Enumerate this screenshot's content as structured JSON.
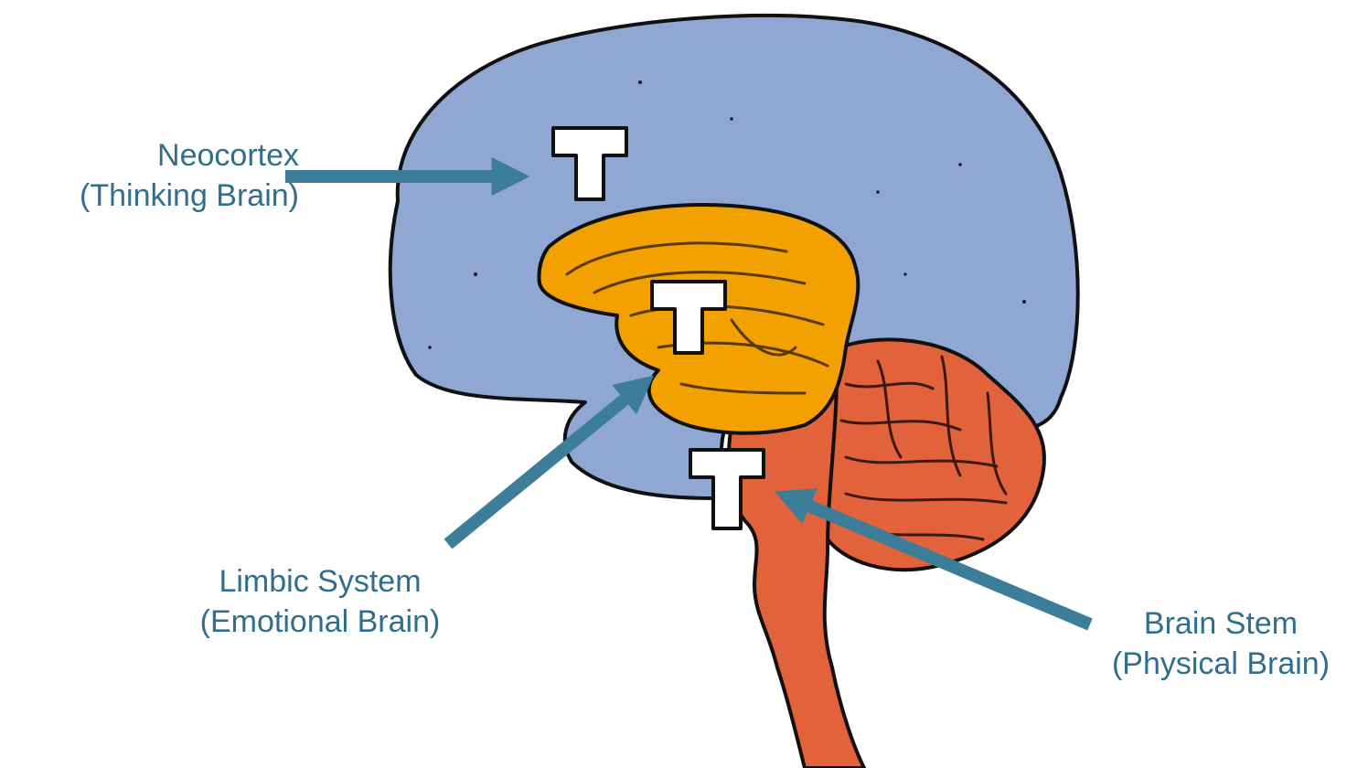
{
  "colors": {
    "neocortex": "#8fa7d2",
    "limbic": "#f2a100",
    "brainstem": "#e2623c",
    "outline": "#111111",
    "arrow": "#3c7d9a",
    "label": "#2f6e8c",
    "marker": "#ffffff"
  },
  "labels": {
    "neocortex": {
      "line1": "Neocortex",
      "line2": "(Thinking Brain)"
    },
    "limbic": {
      "line1": "Limbic System",
      "line2": "(Emotional Brain)"
    },
    "brainstem": {
      "line1": "Brain Stem",
      "line2": "(Physical Brain)"
    }
  },
  "markers": [
    "T",
    "T",
    "T"
  ]
}
